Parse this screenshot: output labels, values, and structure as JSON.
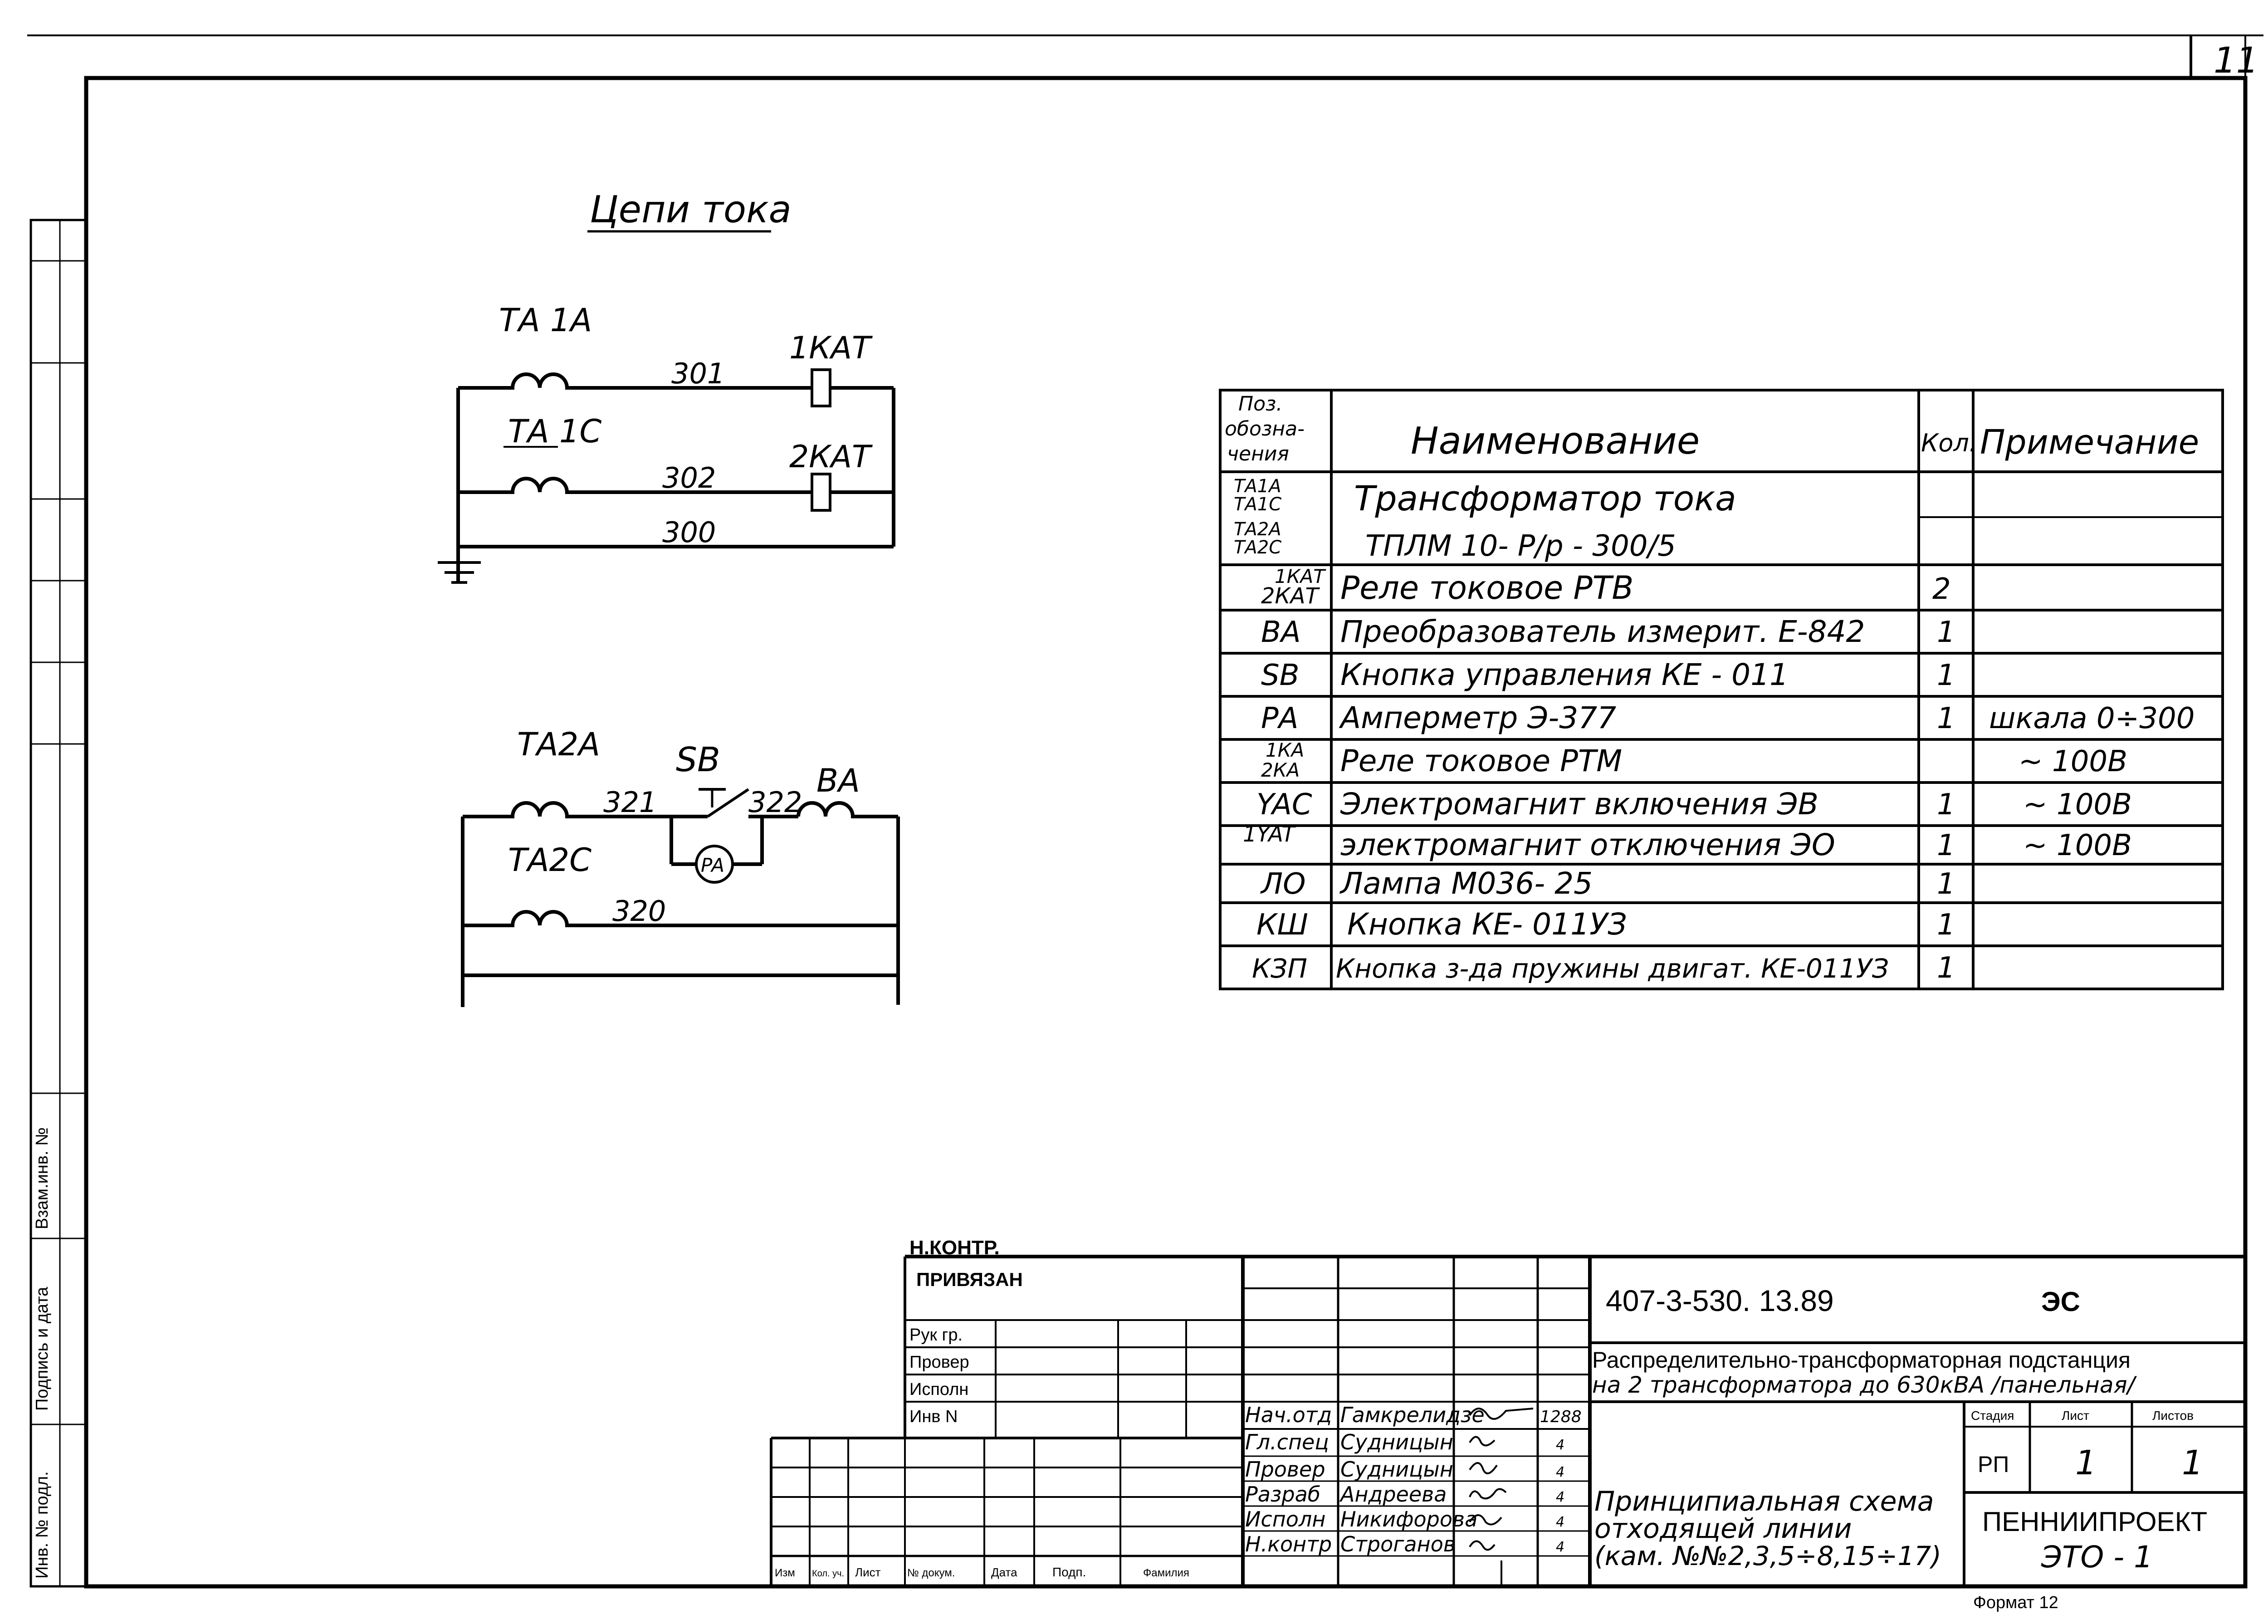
{
  "sheet_number": "11",
  "current_circuits_title": "Цепи тока",
  "circuit1": {
    "ta1a": "ТА 1А",
    "ta1c": "ТА 1С",
    "w301": "301",
    "w302": "302",
    "w300": "300",
    "k1": "1КАТ",
    "k2": "2КАТ"
  },
  "circuit2": {
    "ta2a": "ТА2А",
    "ta2c": "ТА2С",
    "w321": "321",
    "w322": "322",
    "w320": "320",
    "sb": "SB",
    "ba": "ВА",
    "pa": "PA"
  },
  "spec_table": {
    "header": {
      "pos_line1": "Поз.",
      "pos_line2": "обозна-",
      "pos_line3": "чения",
      "name": "Наименование",
      "qty": "Кол.",
      "note": "Примечание"
    },
    "rows": [
      {
        "pos1": "ТА1А",
        "pos2": "ТА1С",
        "name": "Трансформатор   тока",
        "qty": "",
        "note": ""
      },
      {
        "pos1": "ТА2А",
        "pos2": "ТА2С",
        "name": "ТПЛМ 10- Р/р - 300/5",
        "qty": "",
        "note": ""
      },
      {
        "pos1": "1КАТ",
        "pos2": "2КАТ",
        "name": "Реле  токовое   РТВ",
        "qty": "2",
        "note": ""
      },
      {
        "pos1": "ВА",
        "pos2": "",
        "name": "Преобразователь измерит. Е-842",
        "qty": "1",
        "note": ""
      },
      {
        "pos1": "SB",
        "pos2": "",
        "name": "Кнопка управления  КЕ - 011",
        "qty": "1",
        "note": ""
      },
      {
        "pos1": "РА",
        "pos2": "",
        "name": "Амперметр  Э-377",
        "qty": "1",
        "note": "шкала 0÷300"
      },
      {
        "pos1": "1КА",
        "pos2": "2КА",
        "name": "Реле токовое  РТМ",
        "qty": "",
        "note": "~ 100В"
      },
      {
        "pos1": "YAC",
        "pos2": "",
        "name": "Электромагнит включения ЭВ",
        "qty": "1",
        "note": "~ 100В"
      },
      {
        "pos1": "1YAT",
        "pos2": "",
        "name": "электромагнит отключения ЭО",
        "qty": "1",
        "note": "~ 100В"
      },
      {
        "pos1": "ЛО",
        "pos2": "",
        "name": "Лампа  М036- 25",
        "qty": "1",
        "note": ""
      },
      {
        "pos1": "КШ",
        "pos2": "",
        "name": "Кнопка  КЕ- 011УЗ",
        "qty": "1",
        "note": ""
      },
      {
        "pos1": "КЗП",
        "pos2": "",
        "name": "Кнопка з-да пружины двигат. КЕ-011УЗ",
        "qty": "1",
        "note": ""
      }
    ]
  },
  "left_margin": {
    "invno": "Инв. № подл.",
    "sign": "Подпись и дата",
    "vzam": "Взам.инв. №"
  },
  "title_block": {
    "n_kontr_top": "Н.КОНТР.",
    "privyazan": "ПРИВЯЗАН",
    "ruk": "Рук гр.",
    "prover": "Провер",
    "ispoln": "Исполн",
    "inv": "Инв N",
    "doc_code": "407-3-530. 13.89",
    "doc_mark": "ЭС",
    "project_line1": "Распределительно-трансформаторная подстанция",
    "project_line2": "на 2 трансформатора до 630кВА /панельная/",
    "stage_h": "Стадия",
    "sheet_h": "Лист",
    "sheets_h": "Листов",
    "stage": "РП",
    "sheet": "1",
    "sheets": "1",
    "drawing_title_1": "Принципиальная схема",
    "drawing_title_2": "отходящей линии",
    "drawing_title_3": "(кам. №№2,3,5÷8,15÷17)",
    "org": "ПЕННИИПРОЕКТ",
    "org_code": "ЭТО - 1",
    "format": "Формат 12",
    "col_izm": "Изм",
    "col_kol": "Кол. уч.",
    "col_list": "Лист",
    "col_doc": "№ докум.",
    "col_data": "Дата",
    "col_podp": "Подп.",
    "col_fam": "Фамилия",
    "signatures": [
      {
        "role": "Нач.отд",
        "name": "Гамкрелидзе",
        "date": "1288"
      },
      {
        "role": "Гл.спец",
        "name": "Судницын",
        "date": "4"
      },
      {
        "role": "Провер",
        "name": "Судницын",
        "date": "4"
      },
      {
        "role": "Разраб",
        "name": "Андреева",
        "date": "4"
      },
      {
        "role": "Исполн",
        "name": "Никифорова",
        "date": "4"
      },
      {
        "role": "Н.контр",
        "name": "Строганов",
        "date": "4"
      }
    ]
  }
}
